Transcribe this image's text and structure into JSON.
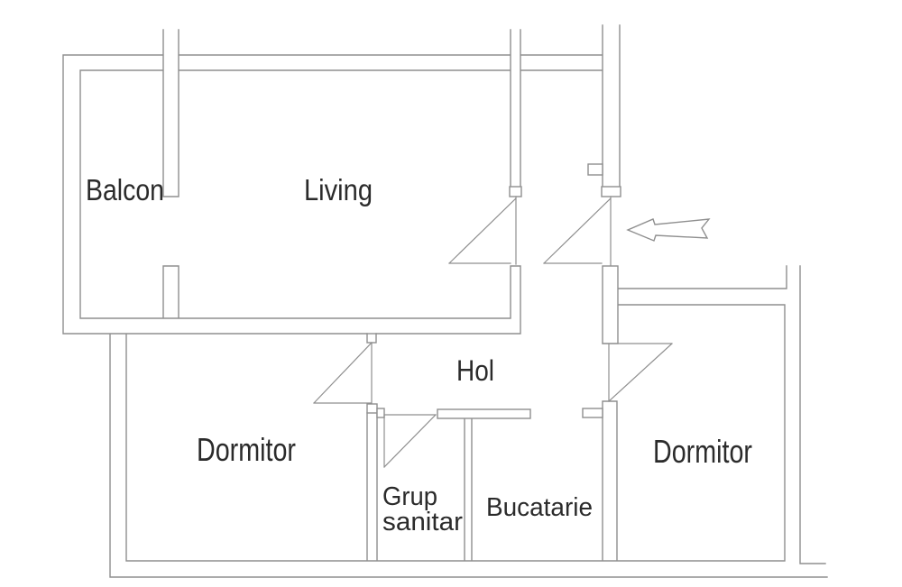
{
  "figure": {
    "type": "floor-plan",
    "description": "Apartment floor plan with entrance arrow on the right side"
  },
  "colors": {
    "wall": "#8f8f8f",
    "text": "#2b2b2b",
    "background": "#ffffff"
  },
  "labels": {
    "balcon": "Balcon",
    "living": "Living",
    "hol": "Hol",
    "dormitor_left": "Dormitor",
    "grup_line1": "Grup",
    "grup_line2": "sanitar",
    "bucatarie": "Bucatarie",
    "dormitor_right": "Dormitor"
  },
  "rooms": [
    {
      "id": "balcon",
      "label": "Balcon"
    },
    {
      "id": "living",
      "label": "Living"
    },
    {
      "id": "hol",
      "label": "Hol"
    },
    {
      "id": "dormitor-left",
      "label": "Dormitor"
    },
    {
      "id": "grup-sanitar",
      "label": "Grup sanitar"
    },
    {
      "id": "bucatarie",
      "label": "Bucatarie"
    },
    {
      "id": "dormitor-right",
      "label": "Dormitor"
    }
  ],
  "annotations": {
    "entrance_arrow": "arrow pointing left toward apartment entrance door"
  }
}
